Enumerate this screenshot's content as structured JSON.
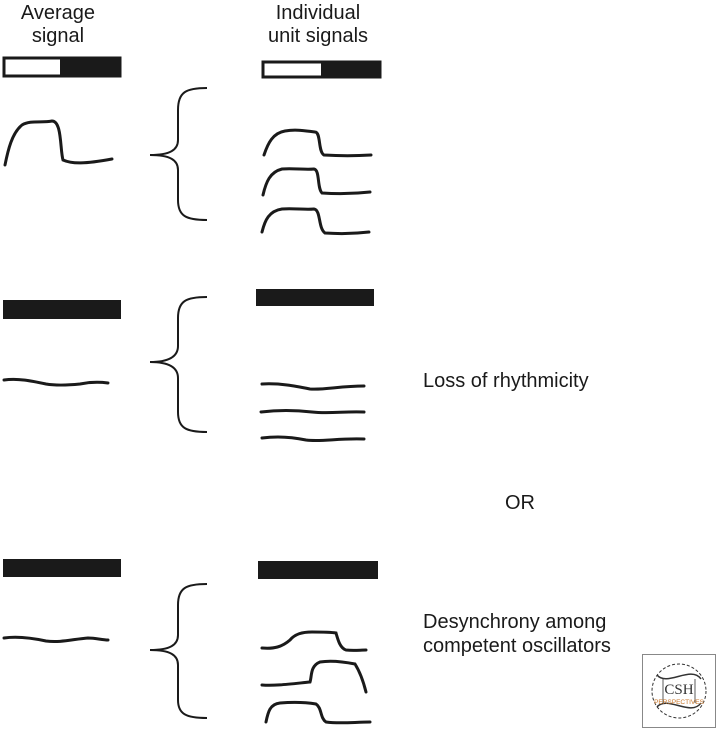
{
  "headers": {
    "average_line1": "Average",
    "average_line2": "signal",
    "individual_line1": "Individual",
    "individual_line2": "unit signals"
  },
  "notes": {
    "loss": "Loss of rhythmicity",
    "or": "OR",
    "desync_line1": "Desynchrony among",
    "desync_line2": "competent oscillators"
  },
  "logo": {
    "line1": "CSH",
    "line2": "PERSPECTIVES"
  },
  "colors": {
    "ink": "#1a1a1a",
    "logo_accent": "#c8762a"
  }
}
